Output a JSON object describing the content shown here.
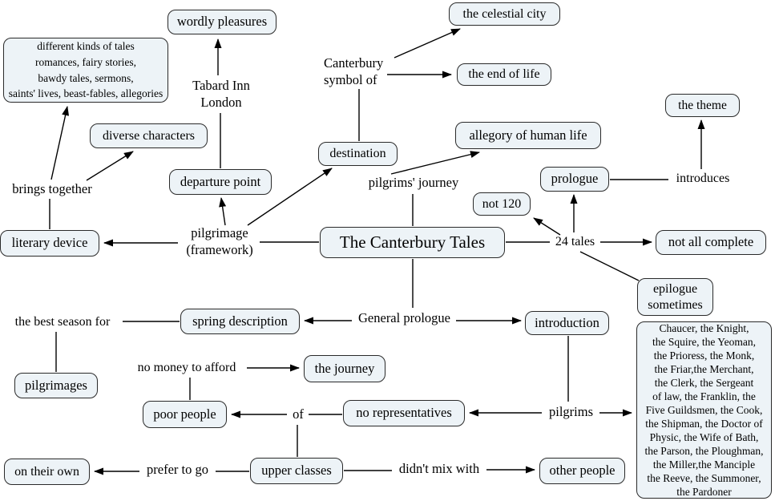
{
  "diagram_title": "The Canterbury Tales concept map",
  "colors": {
    "background": "#ffffff",
    "node_fill": "#edf3f7",
    "node_border": "#2a2a2a",
    "line": "#000000",
    "text": "#000000"
  },
  "nodes": {
    "kinds": {
      "label": "different kinds of tales\nromances, fairy stories,\nbawdy tales, sermons,\nsaints' lives, beast-fables, allegories"
    },
    "wordly": {
      "label": "wordly pleasures"
    },
    "celestial": {
      "label": "the celestial city"
    },
    "endoflife": {
      "label": "the end of life"
    },
    "theme": {
      "label": "the theme"
    },
    "diverse": {
      "label": "diverse characters"
    },
    "destination": {
      "label": "destination"
    },
    "allegory": {
      "label": "allegory of human life"
    },
    "prologue": {
      "label": "prologue"
    },
    "departure": {
      "label": "departure point"
    },
    "not120": {
      "label": "not 120"
    },
    "literary": {
      "label": "literary device"
    },
    "title": {
      "label": "The Canterbury Tales"
    },
    "notall": {
      "label": "not all complete"
    },
    "epilogue": {
      "label": "epilogue\nsometimes"
    },
    "spring": {
      "label": "spring description"
    },
    "introduction": {
      "label": "introduction"
    },
    "pilgrimages": {
      "label": "pilgrimages"
    },
    "journey": {
      "label": "the journey"
    },
    "poor": {
      "label": "poor people"
    },
    "norep": {
      "label": "no representatives"
    },
    "ontheirown": {
      "label": "on their own"
    },
    "upper": {
      "label": "upper classes"
    },
    "other": {
      "label": "other people"
    },
    "pilgrimlist": {
      "label": "Chaucer, the Knight,\nthe Squire, the Yeoman,\nthe Prioress, the Monk,\nthe Friar,the Merchant,\nthe Clerk, the Sergeant\nof law, the Franklin, the\nFive Guildsmen, the Cook,\nthe Shipman, the Doctor of\nPhysic, the Wife of Bath,\nthe Parson, the Ploughman,\nthe Miller,the Manciple\nthe Reeve, the Summoner,\nthe Pardoner"
    }
  },
  "labels": {
    "tabard": {
      "label": "Tabard Inn\nLondon"
    },
    "canterbury": {
      "label": "Canterbury\nsymbol of"
    },
    "brings": {
      "label": "brings together"
    },
    "pilgrimsjourney": {
      "label": "pilgrims' journey"
    },
    "introduces": {
      "label": "introduces"
    },
    "pilgrimage": {
      "label": "pilgrimage\n(framework)"
    },
    "tales24": {
      "label": "24 tales"
    },
    "general": {
      "label": "General prologue"
    },
    "bestseason": {
      "label": "the best season for"
    },
    "nomoney": {
      "label": "no money to afford"
    },
    "of": {
      "label": "of"
    },
    "pilgrims": {
      "label": "pilgrims"
    },
    "prefer": {
      "label": "prefer to go"
    },
    "didnt": {
      "label": "didn't mix with"
    }
  },
  "edges": [
    {
      "from": "Tabard Inn London",
      "to": "wordly pleasures",
      "arrow": true
    },
    {
      "from": "Tabard Inn London",
      "to": "departure point",
      "arrow": false
    },
    {
      "from": "Canterbury symbol of",
      "to": "the celestial city",
      "arrow": true
    },
    {
      "from": "Canterbury symbol of",
      "to": "the end of life",
      "arrow": true
    },
    {
      "from": "Canterbury symbol of",
      "to": "destination",
      "arrow": false
    },
    {
      "from": "pilgrimage (framework)",
      "to": "destination",
      "arrow": true
    },
    {
      "from": "pilgrimage (framework)",
      "to": "departure point",
      "arrow": true
    },
    {
      "from": "pilgrimage (framework)",
      "to": "literary device",
      "arrow": true
    },
    {
      "from": "pilgrimage (framework)",
      "to": "The Canterbury Tales",
      "arrow": false
    },
    {
      "from": "brings together",
      "to": "different kinds of tales",
      "arrow": true
    },
    {
      "from": "brings together",
      "to": "diverse characters",
      "arrow": true
    },
    {
      "from": "brings together",
      "to": "literary device",
      "arrow": false
    },
    {
      "from": "pilgrims' journey",
      "to": "allegory of human life",
      "arrow": true
    },
    {
      "from": "pilgrims' journey",
      "to": "The Canterbury Tales",
      "arrow": false
    },
    {
      "from": "prologue",
      "to": "introduces",
      "arrow": false
    },
    {
      "from": "introduces",
      "to": "the theme",
      "arrow": true
    },
    {
      "from": "24 tales",
      "to": "prologue",
      "arrow": true
    },
    {
      "from": "24 tales",
      "to": "not 120",
      "arrow": true
    },
    {
      "from": "The Canterbury Tales",
      "to": "24 tales",
      "arrow": false
    },
    {
      "from": "24 tales",
      "to": "not all complete",
      "arrow": true
    },
    {
      "from": "24 tales",
      "to": "epilogue sometimes",
      "arrow": false
    },
    {
      "from": "The Canterbury Tales",
      "to": "General prologue",
      "arrow": false
    },
    {
      "from": "General prologue",
      "to": "spring description",
      "arrow": true
    },
    {
      "from": "General prologue",
      "to": "introduction",
      "arrow": true
    },
    {
      "from": "the best season for",
      "to": "spring description",
      "arrow": false
    },
    {
      "from": "the best season for",
      "to": "pilgrimages",
      "arrow": false
    },
    {
      "from": "no money to afford",
      "to": "the journey",
      "arrow": true
    },
    {
      "from": "no money to afford",
      "to": "poor people",
      "arrow": false
    },
    {
      "from": "of",
      "to": "poor people",
      "arrow": true
    },
    {
      "from": "of",
      "to": "no representatives",
      "arrow": false
    },
    {
      "from": "of",
      "to": "upper classes",
      "arrow": false
    },
    {
      "from": "pilgrims",
      "to": "no representatives",
      "arrow": true
    },
    {
      "from": "pilgrims",
      "to": "pilgrim list",
      "arrow": true
    },
    {
      "from": "introduction",
      "to": "pilgrims",
      "arrow": false
    },
    {
      "from": "upper classes",
      "to": "prefer to go",
      "arrow": false
    },
    {
      "from": "prefer to go",
      "to": "on their own",
      "arrow": true
    },
    {
      "from": "upper classes",
      "to": "didn't mix with",
      "arrow": false
    },
    {
      "from": "didn't mix with",
      "to": "other people",
      "arrow": true
    }
  ]
}
